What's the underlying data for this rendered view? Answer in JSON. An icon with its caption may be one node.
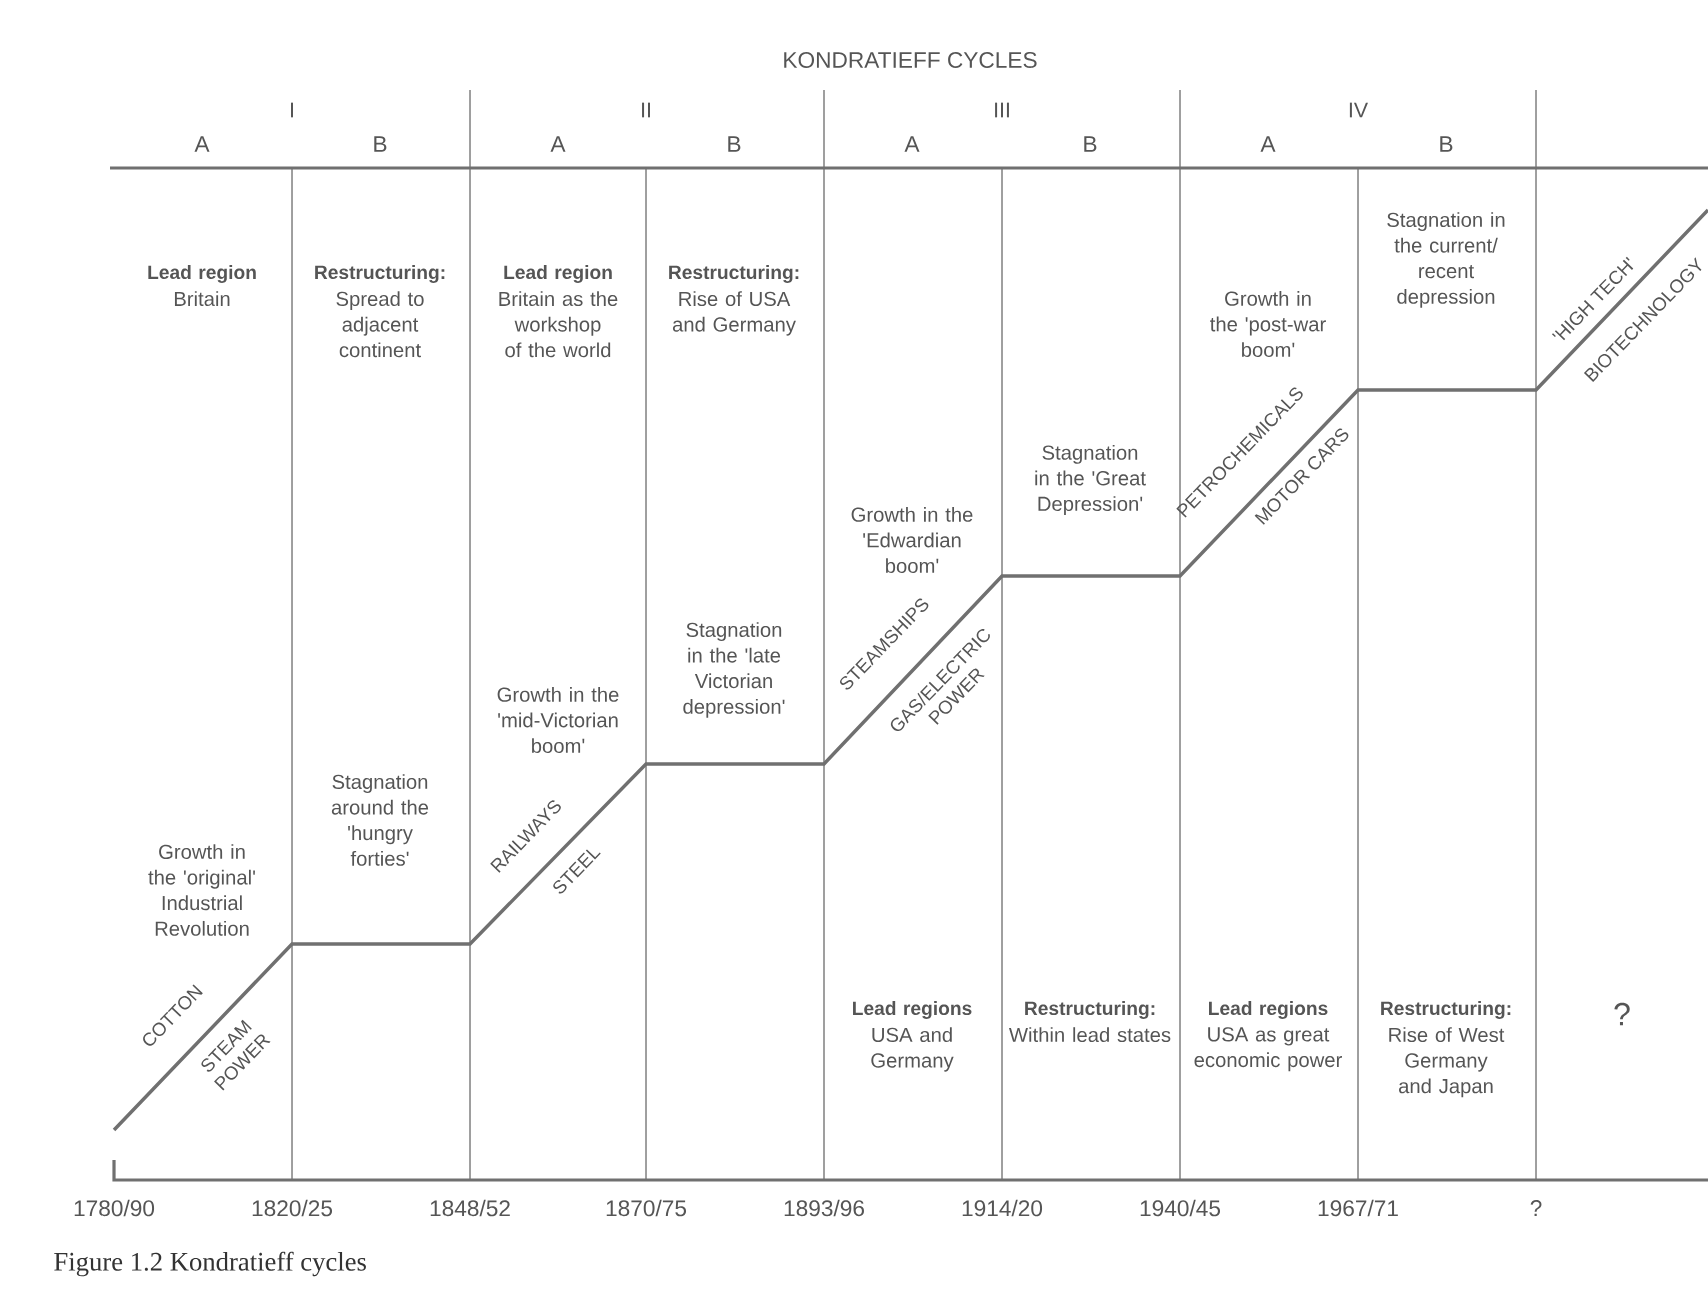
{
  "diagram": {
    "title": "KONDRATIEFF CYCLES",
    "caption": "Figure 1.2 Kondratieff cycles",
    "labels": [
      "I",
      "II",
      "III",
      "IV",
      "A",
      "B",
      "A",
      "B",
      "A",
      "B",
      "A",
      "B",
      "Lead region",
      "Britain",
      "Restructuring:",
      "Spread to adjacent continent",
      "Lead region",
      "Britain as the workshop of the world",
      "Restructuring:",
      "Rise of USA and Germany",
      "Stagnation in the current/ recent depression",
      "Growth in the 'post-war boom'",
      "'HIGH TECH'",
      "BIOTECHNOLOGY",
      "Stagnation in the 'Great Depression'",
      "Growth in the 'Edwardian boom'",
      "PETROCHEMICALS",
      "MOTOR CARS",
      "Stagnation in the 'late Victorian depression'",
      "Growth in the 'mid-Victorian boom'",
      "STEAMSHIPS",
      "GAS/ELECTRIC POWER",
      "Stagnation around the 'hungry forties'",
      "RAILWAYS",
      "STEEL",
      "Growth in the 'original' Industrial Revolution",
      "COTTON",
      "STEAM POWER",
      "Lead regions",
      "USA and Germany",
      "Restructuring:",
      "Within lead states",
      "Lead regions",
      "USA as great economic power",
      "Restructuring:",
      "Rise of West Germany and Japan",
      "?",
      "1780/90",
      "1820/25",
      "1848/52",
      "1870/75",
      "1893/96",
      "1914/20",
      "1940/45",
      "1967/71",
      "?"
    ]
  }
}
